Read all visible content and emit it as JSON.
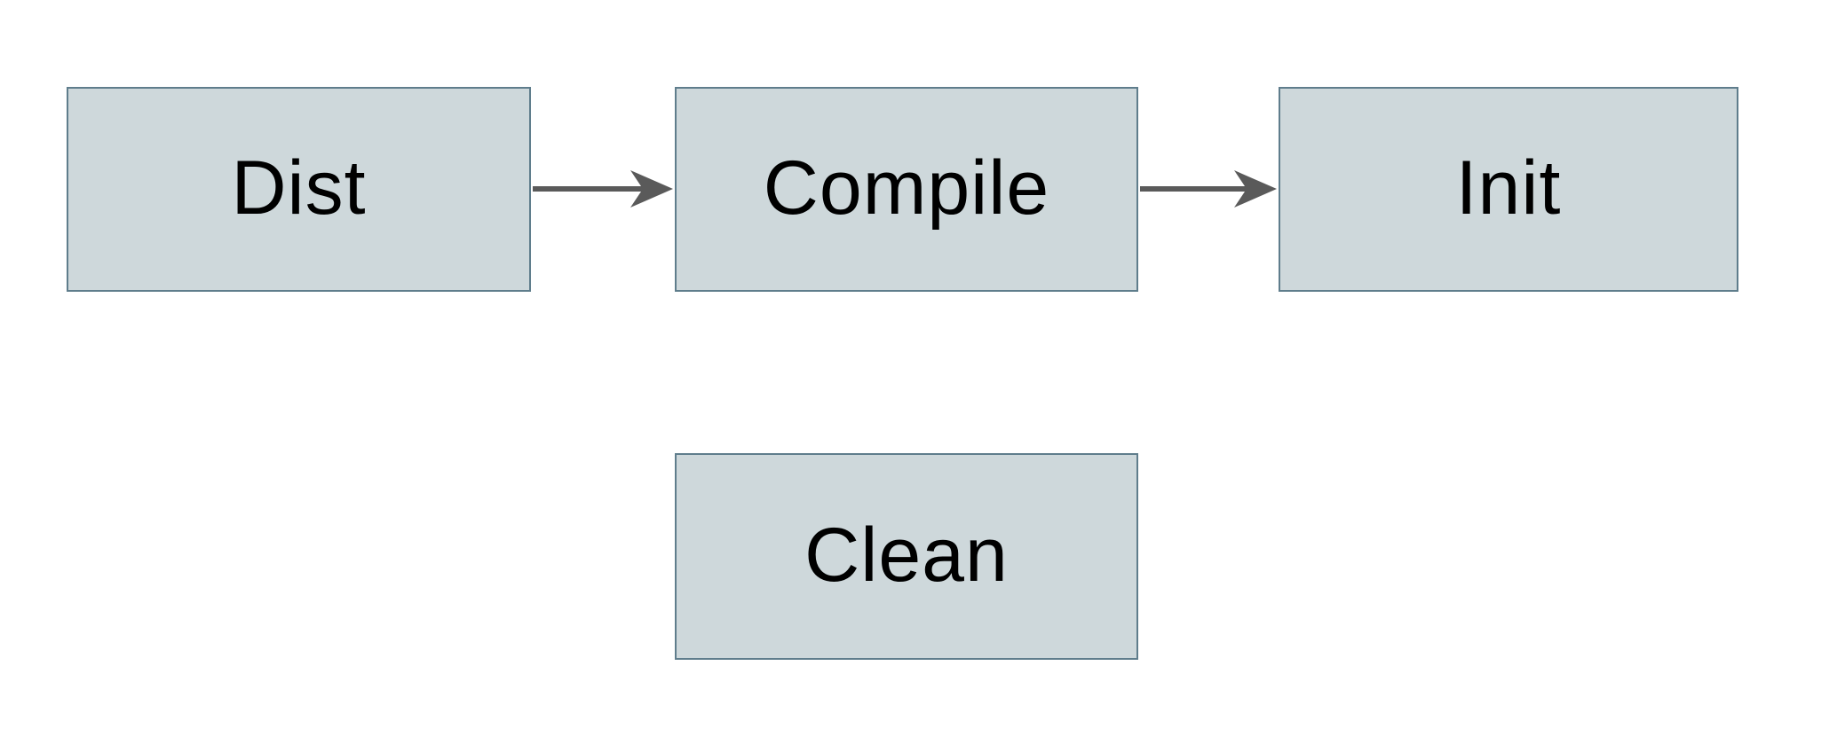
{
  "diagram": {
    "nodes": [
      {
        "id": "dist",
        "label": "Dist"
      },
      {
        "id": "compile",
        "label": "Compile"
      },
      {
        "id": "init",
        "label": "Init"
      },
      {
        "id": "clean",
        "label": "Clean"
      }
    ],
    "edges": [
      {
        "from": "Dist",
        "to": "Compile"
      },
      {
        "from": "Compile",
        "to": "Init"
      }
    ],
    "colors": {
      "background": "#ffffff",
      "node_fill": "#ced8db",
      "node_border": "#5f7d8c",
      "arrow": "#5a5a5a",
      "text": "#000000"
    }
  }
}
